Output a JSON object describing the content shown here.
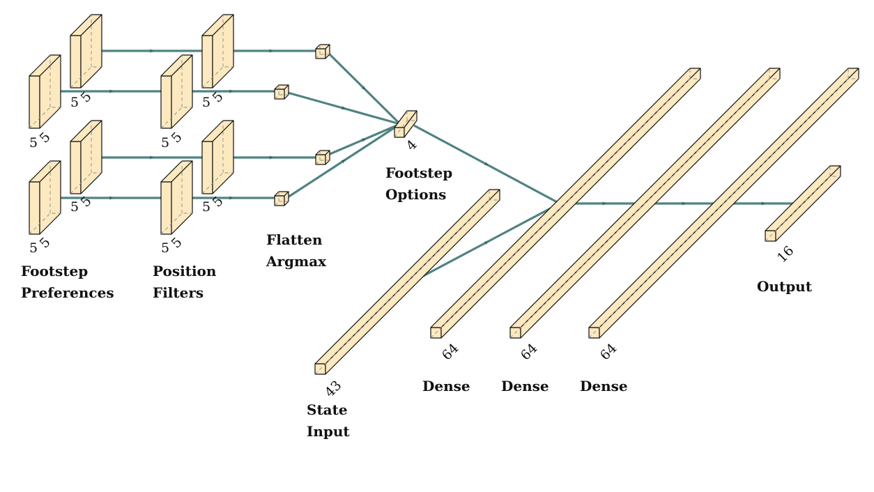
{
  "nodes": {
    "footstep_preferences": {
      "label_lines": [
        "Footstep",
        "Preferences"
      ],
      "dims": [
        "5",
        "5"
      ]
    },
    "position_filters": {
      "label_lines": [
        "Position",
        "Filters"
      ],
      "dims": [
        "5",
        "5"
      ]
    },
    "flatten_argmax": {
      "label_lines": [
        "Flatten",
        "Argmax"
      ]
    },
    "footstep_options": {
      "label_lines": [
        "Footstep",
        "Options"
      ],
      "dim": "4"
    },
    "state_input": {
      "label_lines": [
        "State",
        "Input"
      ],
      "dim": "43"
    },
    "dense_layers": [
      {
        "label": "Dense",
        "dim": "64"
      },
      {
        "label": "Dense",
        "dim": "64"
      },
      {
        "label": "Dense",
        "dim": "64"
      }
    ],
    "output": {
      "label": "Output",
      "dim": "16"
    }
  },
  "colors": {
    "box_fill": "#fde9c0",
    "arrow": "#4f8382",
    "edge": "#111111"
  }
}
